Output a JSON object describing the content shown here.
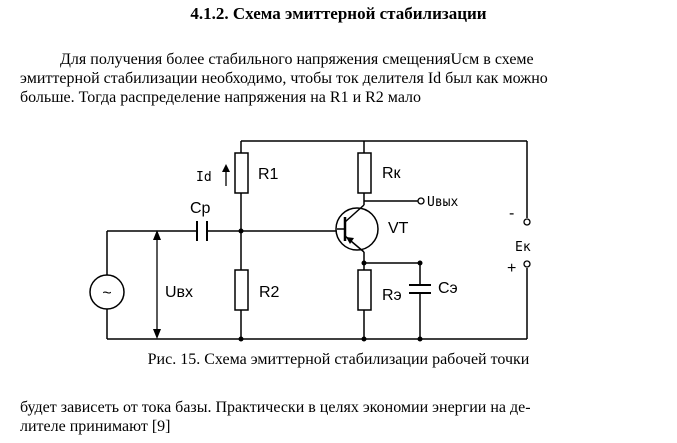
{
  "section": {
    "title": "4.1.2. Схема эмиттерной стабилизации"
  },
  "paragraph1": {
    "lines": [
      "Для получения более стабильного напряжения смещенияUсм в схеме",
      "эмиттерной стабилизации необходимо, чтобы ток делителя Id был как можно",
      "больше. Тогда распределение напряжения на R1 и R2 мало"
    ]
  },
  "figure": {
    "labels": {
      "r1": "R1",
      "r2": "R2",
      "rk": "Rк",
      "re": "Rэ",
      "ce": "Cэ",
      "cp": "Cр",
      "vt": "VT",
      "id": "Id",
      "uvyh": "Uвых",
      "uvh": "Uвх",
      "ek": "Eк",
      "minus": "-",
      "plus": "+",
      "source": "~"
    },
    "caption": "Рис. 15.  Схема эмиттерной стабилизации рабочей точки"
  },
  "paragraph2": {
    "lines": [
      "будет зависеть от тока базы. Практически в целях экономии энергии на де-",
      "лителе принимают [9]"
    ]
  }
}
